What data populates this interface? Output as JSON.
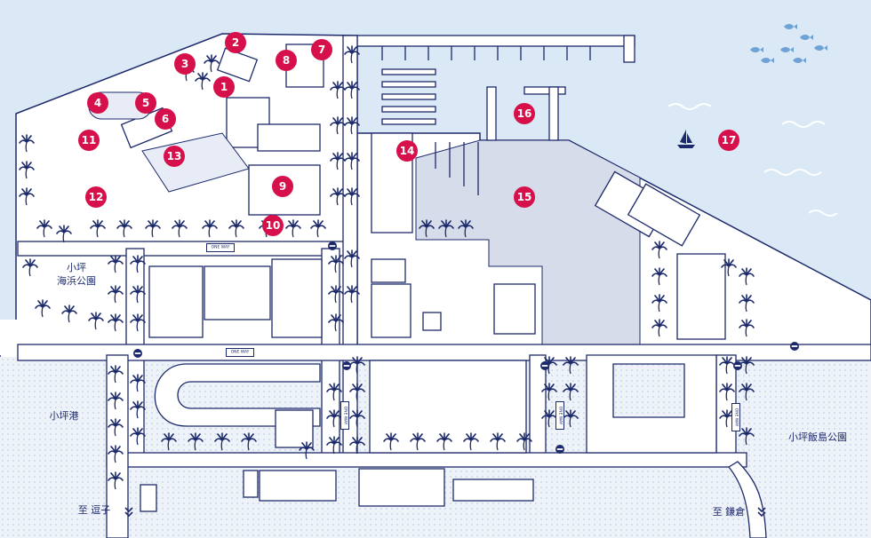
{
  "colors": {
    "sea": "#dbe9f7",
    "land": "#ffffff",
    "line": "#1c2a6b",
    "marker": "#d6104a",
    "harbor_area": "#d7dcea"
  },
  "markers": [
    {
      "id": "1",
      "label": "1"
    },
    {
      "id": "2",
      "label": "2"
    },
    {
      "id": "3",
      "label": "3"
    },
    {
      "id": "4",
      "label": "4"
    },
    {
      "id": "5",
      "label": "5"
    },
    {
      "id": "6",
      "label": "6"
    },
    {
      "id": "7",
      "label": "7"
    },
    {
      "id": "8",
      "label": "8"
    },
    {
      "id": "9",
      "label": "9"
    },
    {
      "id": "10",
      "label": "10"
    },
    {
      "id": "11",
      "label": "11"
    },
    {
      "id": "12",
      "label": "12"
    },
    {
      "id": "13",
      "label": "13"
    },
    {
      "id": "14",
      "label": "14"
    },
    {
      "id": "15",
      "label": "15"
    },
    {
      "id": "16",
      "label": "16"
    },
    {
      "id": "17",
      "label": "17"
    }
  ],
  "places": {
    "koajiro_park_line1": "小坪",
    "koajiro_park_line2": "海浜公園",
    "koajiro_port": "小坪港",
    "iijima_park": "小坪飯島公園",
    "to_zushi": "至 逗子",
    "to_kamakura": "至 鎌倉"
  },
  "signs": {
    "one_way": "ONE WAY"
  },
  "icons": {
    "boat": "sailboat-icon",
    "fish": "fish-icon",
    "palm": "palm-tree-icon",
    "no_entry": "no-entry-icon",
    "arrow": "chevron-down-icon"
  }
}
